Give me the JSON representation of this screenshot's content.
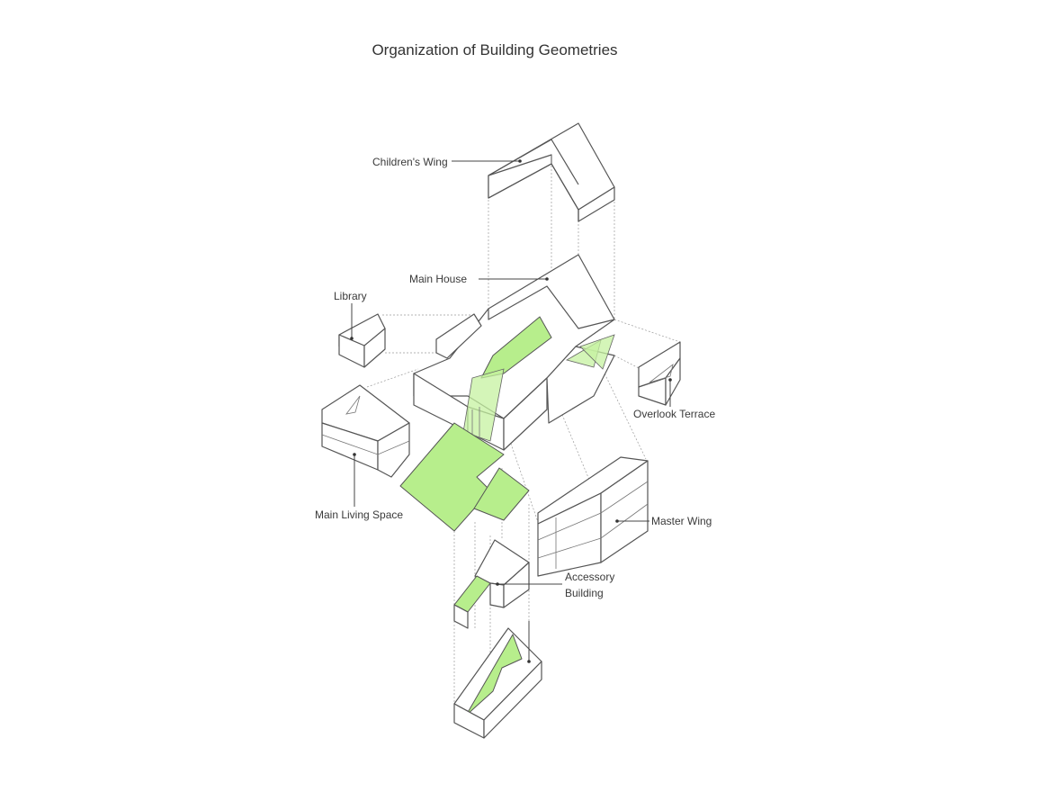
{
  "title": "Organization of Building Geometries",
  "labels": {
    "childrens_wing": "Children's Wing",
    "main_house": "Main House",
    "library": "Library",
    "overlook_terrace": "Overlook Terrace",
    "main_living_space": "Main Living Space",
    "master_wing": "Master Wing",
    "accessory_building_line1": "Accessory",
    "accessory_building_line2": "Building"
  },
  "colors": {
    "accent_green": "#b7ee8c",
    "line": "#555555"
  }
}
